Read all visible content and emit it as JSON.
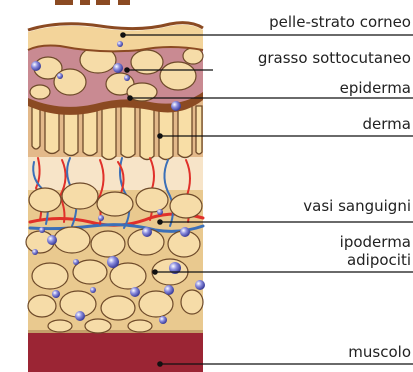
{
  "labels": {
    "pelle": "pelle-strato corneo",
    "grasso": "grasso sottocutaneo",
    "epidermide": "epiderma",
    "derma": "derma",
    "vasi": "vasi sanguigni",
    "ipoderma_1": "ipoderma",
    "ipoderma_2": "adipociti",
    "muscolo": "muscolo"
  },
  "colors": {
    "skin_top": "#f3d49a",
    "skin_brown": "#8b4a22",
    "fat_pink": "#c98a92",
    "cell": "#f6dca8",
    "cell_stroke": "#6e4a2a",
    "dermis_col": "#f8dea6",
    "vein_blue": "#3b6fb8",
    "artery_red": "#e0302a",
    "muscle": "#9b2534",
    "bubble": "#6a6cc8",
    "leader": "#111111"
  }
}
